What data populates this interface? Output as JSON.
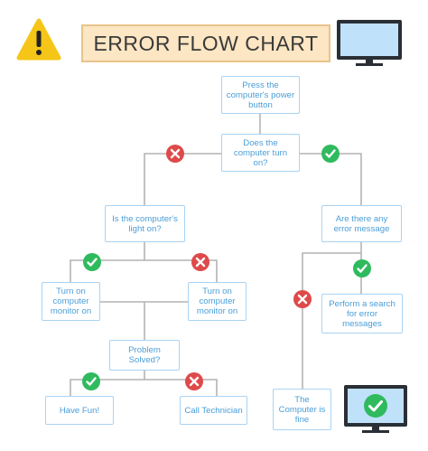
{
  "title": "ERROR FLOW CHART",
  "nodes": {
    "start": "Press the computer's power button",
    "turn_on": "Does the computer turn on?",
    "light_on": "Is the computer's light on?",
    "error_msg": "Are there any error message",
    "monitor_a": "Turn on computer monitor on",
    "monitor_b": "Turn on computer monitor on",
    "search": "Perform a search for error messages",
    "solved": "Problem Solved?",
    "fun": "Have Fun!",
    "tech": "Call Technician",
    "fine": "The Computer is fine"
  },
  "icons": {
    "warning": "warning-icon",
    "monitor_top": "monitor-icon",
    "monitor_bottom": "monitor-check-icon",
    "yes": "check-circle-icon",
    "no": "x-circle-icon"
  },
  "colors": {
    "node_border": "#a9d3f3",
    "node_text": "#4a9ed8",
    "connector": "#b4b4b4",
    "yes": "#2fba5e",
    "no": "#de4a4a",
    "title_fill": "#fce6c3",
    "title_border": "#e8c48b",
    "warning": "#f5c518",
    "screen": "#bfe1fa",
    "monitor_frame": "#2a2f36"
  }
}
